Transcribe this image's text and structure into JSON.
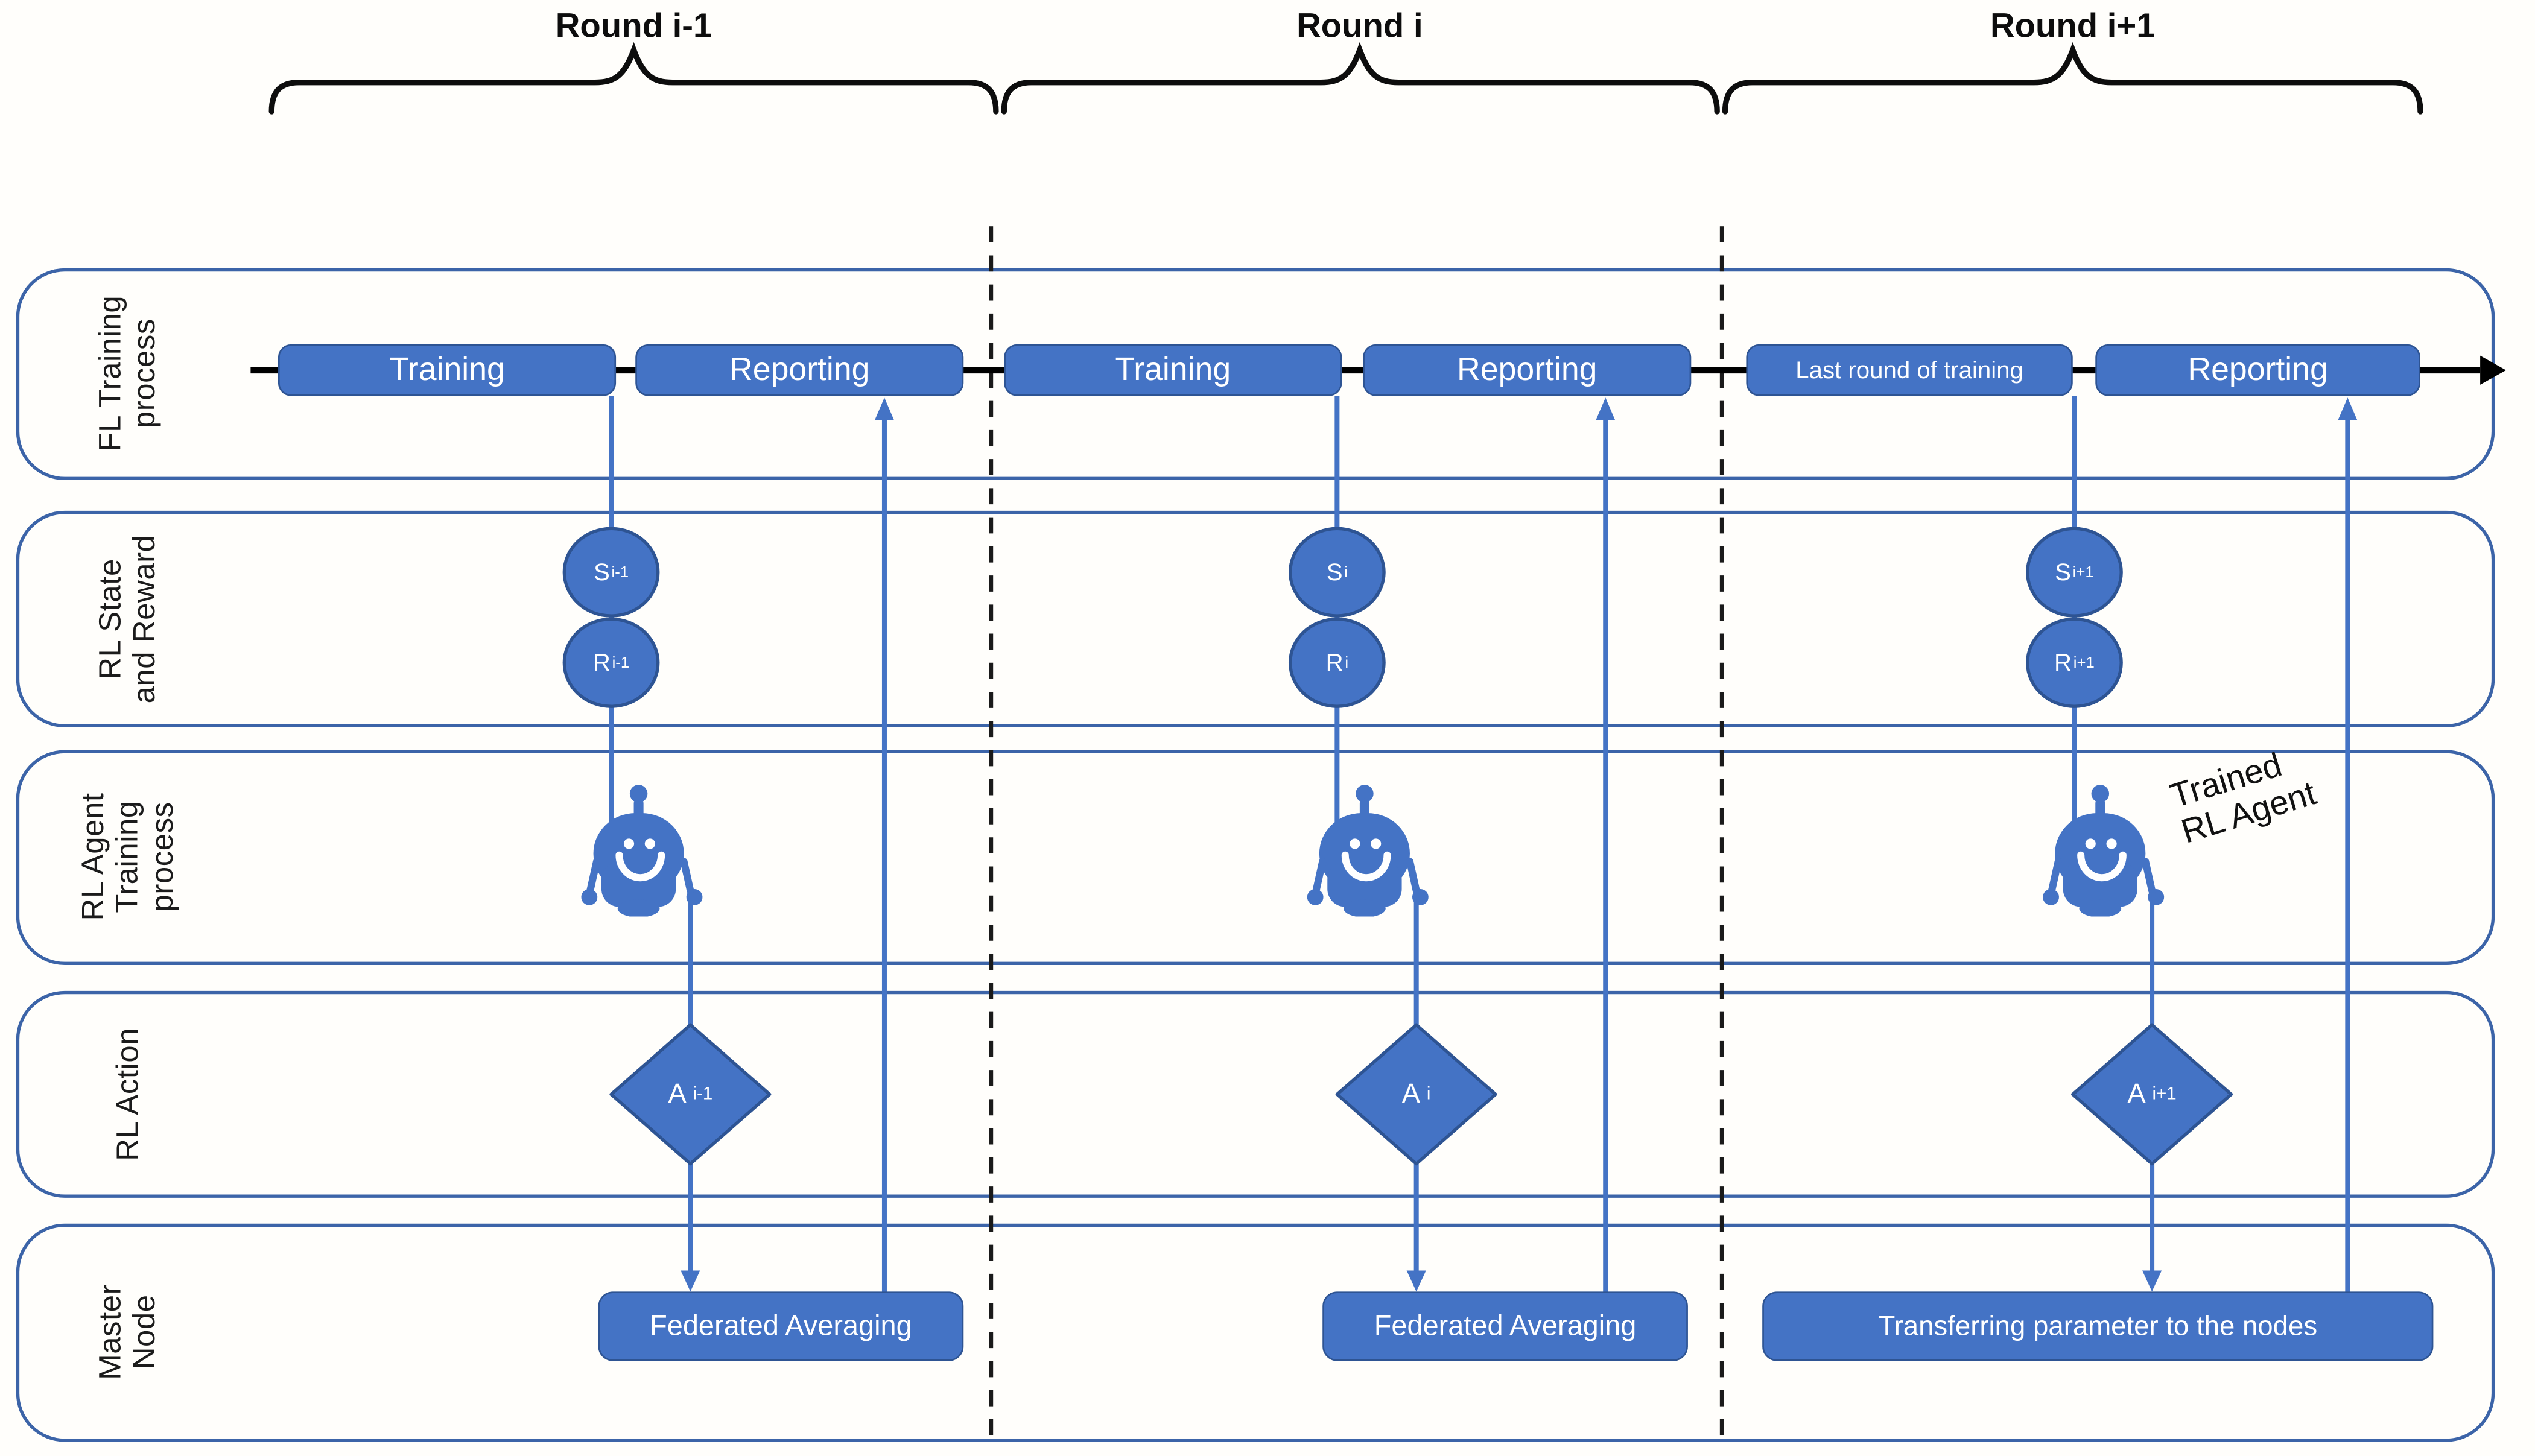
{
  "figure": {
    "rounds": [
      {
        "label": "Round i-1"
      },
      {
        "label": "Round i"
      },
      {
        "label": "Round i+1"
      }
    ],
    "lanes": [
      {
        "label": "FL Training\nprocess"
      },
      {
        "label": "RL State\nand Reward"
      },
      {
        "label": "RL Agent\nTraining\nprocess"
      },
      {
        "label": "RL Action"
      },
      {
        "label": "Master\nNode"
      }
    ],
    "timeline": {
      "boxes": [
        "Training",
        "Reporting",
        "Training",
        "Reporting",
        "Last round of training",
        "Reporting"
      ]
    },
    "states": [
      {
        "main": "S",
        "sub": "i-1"
      },
      {
        "main": "S",
        "sub": "i"
      },
      {
        "main": "S",
        "sub": "i+1"
      }
    ],
    "rewards": [
      {
        "main": "R",
        "sub": "i-1"
      },
      {
        "main": "R",
        "sub": "i"
      },
      {
        "main": "R",
        "sub": "i+1"
      }
    ],
    "actions": [
      {
        "main": "A",
        "sub": "i-1"
      },
      {
        "main": "A",
        "sub": "i"
      },
      {
        "main": "A",
        "sub": "i+1"
      }
    ],
    "master_boxes": [
      "Federated Averaging",
      "Federated Averaging",
      "Transferring parameter to the nodes"
    ],
    "agent_note": "Trained\nRL Agent",
    "colors": {
      "shape_fill": "#4473c5",
      "shape_border": "#2e5493",
      "lane_border": "#3c64a8",
      "connector_blue": "#4473c5",
      "timeline_black": "#000000",
      "text_light": "#ffffff",
      "text_dark": "#1b1b1b"
    }
  }
}
